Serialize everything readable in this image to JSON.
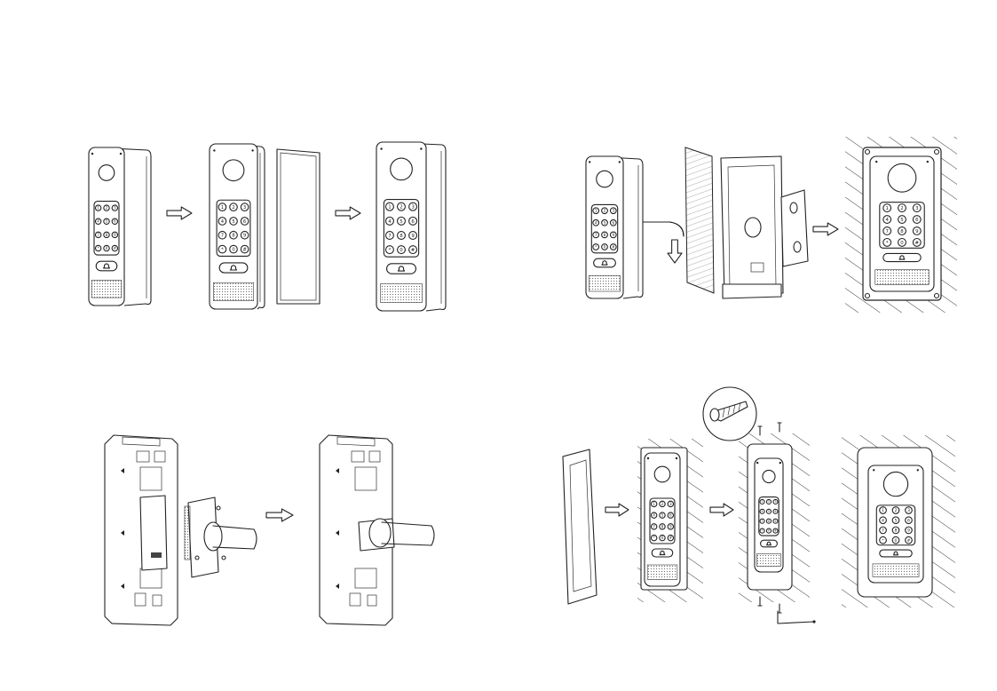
{
  "document": {
    "type": "installation-guide-illustrations",
    "panels": [
      {
        "id": "panel-1",
        "description_key": "rain-shield-attach"
      },
      {
        "id": "panel-2",
        "description_key": "in-wall-box-mount"
      },
      {
        "id": "panel-3",
        "description_key": "cable-gland-connect"
      },
      {
        "id": "panel-4",
        "description_key": "flush-mount-screws"
      }
    ],
    "keypad_keys": [
      "1",
      "2",
      "3",
      "4",
      "5",
      "6",
      "7",
      "8",
      "9",
      "*",
      "0",
      "#"
    ],
    "colors": {
      "line": "#222222",
      "background": "#ffffff",
      "panel_gray": "#9a9a9a"
    },
    "icons": [
      "bell-icon",
      "anchor-screw-icon",
      "arrow-right-icon",
      "hex-key-icon"
    ]
  }
}
